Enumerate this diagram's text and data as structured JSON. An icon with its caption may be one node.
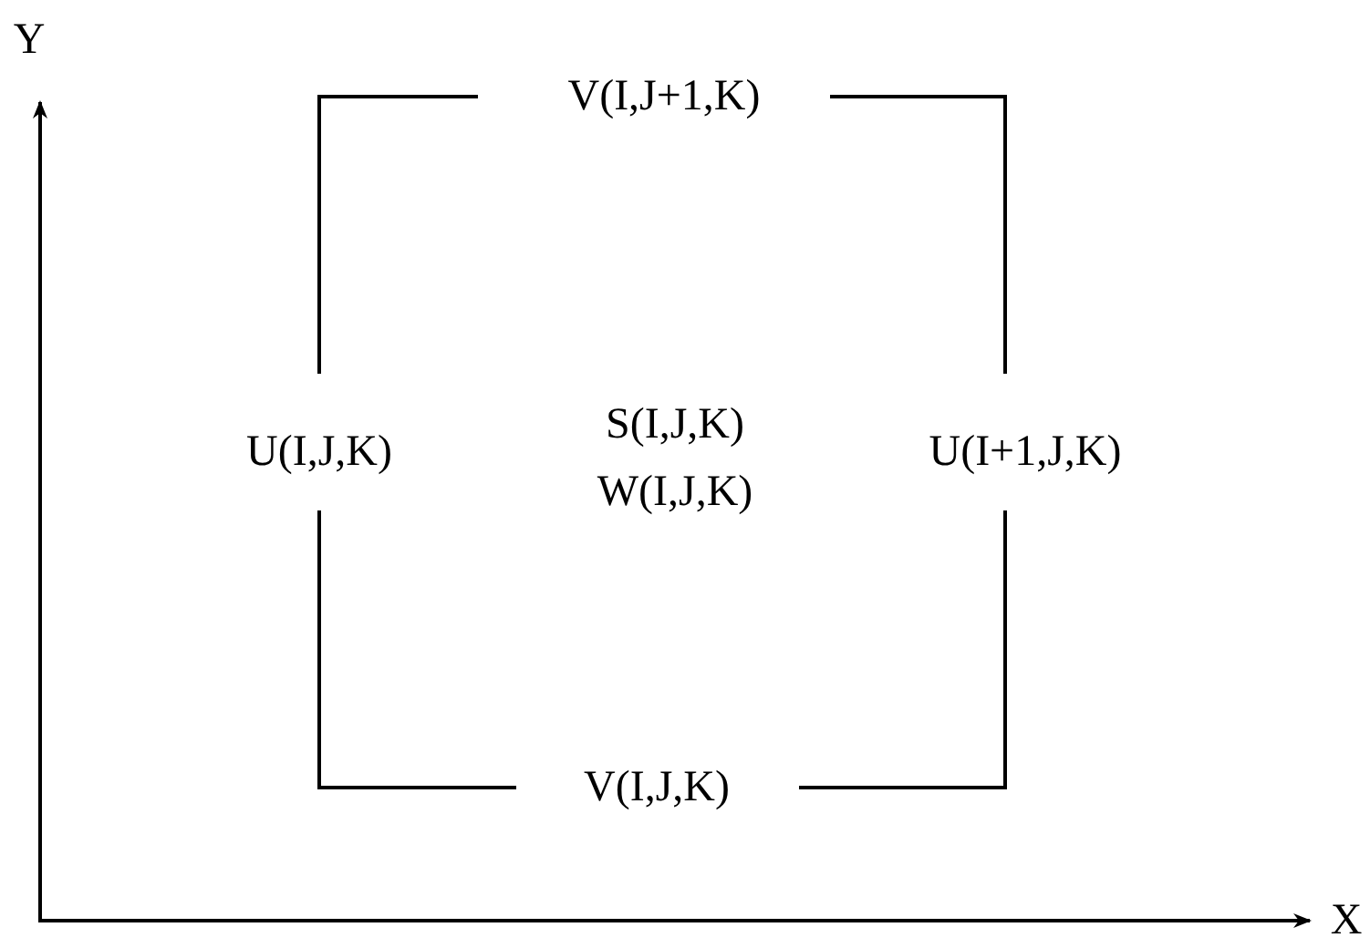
{
  "diagram": {
    "labels": [
      "Y",
      "V(I,J+1,K)",
      "U(I,J,K)",
      "S(I,J,K)",
      "U(I+1,J,K)",
      "W(I,J,K)",
      "V(I,J,K)",
      "X"
    ]
  }
}
